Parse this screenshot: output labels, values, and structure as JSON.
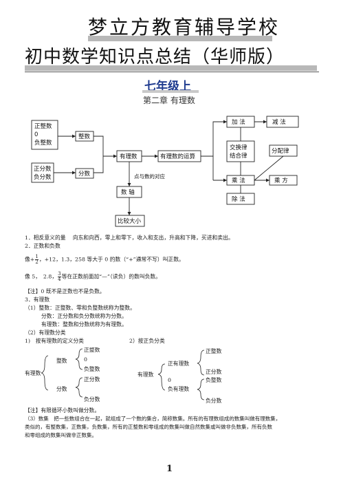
{
  "header": {
    "school": "梦立方教育辅导学校",
    "subtitle": "初中数学知识点总结（华师版）",
    "grade": "七年级上",
    "chapter": "第二章 有理数"
  },
  "diagram": {
    "box_positive_int": [
      "正整数",
      "0",
      "负整数"
    ],
    "box_integer": "整数",
    "box_positive_frac": [
      "正分数",
      "负分数"
    ],
    "box_fraction": "分数",
    "box_rational": "有理数",
    "box_operations": "有理数的运算",
    "label_correspondence": "点与数的对应",
    "box_axis": "数 轴",
    "box_compare": "比较大小",
    "box_add": "加 法",
    "box_subtract": "减 法",
    "box_laws": [
      "交换律",
      "结合律"
    ],
    "box_distributive": "分配律",
    "box_multiply": "乘 法",
    "box_power": "乘 方",
    "box_divide": "除 法"
  },
  "content": {
    "s1": "1．相反意义的量　 向东和向西，零上和零下，收入和支出，升高和下降，买进和卖出。",
    "s2": "2．正数和负数",
    "s2_line1_prefix": "像+",
    "s2_frac1_num": "1",
    "s2_frac1_den": "2",
    "s2_line1_suffix": "，+12，1.3，258 等大于 0 的数（“+”通常不写）叫正数。",
    "s2_line2_prefix": "像 5，　2.8，",
    "s2_frac2_num": "3",
    "s2_frac2_den": "4",
    "s2_line2_suffix": "等在正数前面加“—”（读负）的数叫负数。",
    "s2_note": "【注】0 既不是正数也不是负数。",
    "s3": "3．有理数",
    "s3_1": "（1）整数：正整数、零和负整数统称为整数。",
    "s3_1b": "分数：正分数和负分数统称为分数。",
    "s3_1c": "有理数：整数和分数统称为有理数。",
    "s3_2": "（2）有理数分类",
    "class1_title": "1)　按有理数的定义分类",
    "class2_title": "2）按正负分类",
    "class1": {
      "root": "有理数",
      "integer": "整数",
      "int_items": [
        "正整数",
        "0",
        "负整数"
      ],
      "fraction": "分数",
      "frac_items": [
        "正分数",
        "负分数"
      ]
    },
    "class2": {
      "root": "有理数",
      "positive": "正有理数",
      "pos_items": [
        "正整数",
        "正分数"
      ],
      "zero": "0",
      "negative": "负有理数",
      "neg_items": [
        "负整数",
        "负分数"
      ]
    },
    "s3_note": "【注】有限循环小数叫做分数。",
    "s3_3a": "（3）数集　把一些数组合在一起，就组成了一个数的集合，简称数集。所有的有理数组成的数集叫做有理数集，",
    "s3_3b": "类似的，有整数集，正数集，负数集，所有的正整数和零组成的数集叫做自然数集或叫做非负数集，所有负数",
    "s3_3c": "和零组成的数集叫做非正数集。"
  },
  "footer": {
    "page": "1"
  }
}
